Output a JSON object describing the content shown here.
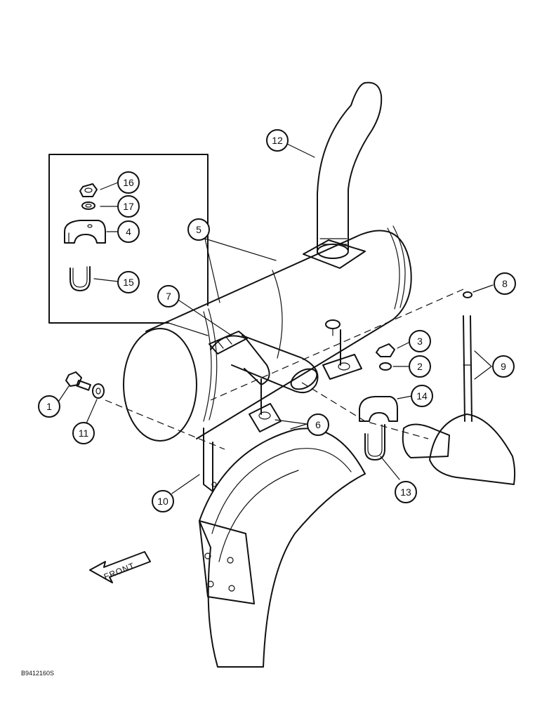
{
  "callouts": [
    {
      "id": "c1",
      "label": "1"
    },
    {
      "id": "c2",
      "label": "2"
    },
    {
      "id": "c3",
      "label": "3"
    },
    {
      "id": "c4",
      "label": "4"
    },
    {
      "id": "c5",
      "label": "5"
    },
    {
      "id": "c6",
      "label": "6"
    },
    {
      "id": "c7",
      "label": "7"
    },
    {
      "id": "c8",
      "label": "8"
    },
    {
      "id": "c9",
      "label": "9"
    },
    {
      "id": "c10",
      "label": "10"
    },
    {
      "id": "c11",
      "label": "11"
    },
    {
      "id": "c12",
      "label": "12"
    },
    {
      "id": "c13",
      "label": "13"
    },
    {
      "id": "c14",
      "label": "14"
    },
    {
      "id": "c15",
      "label": "15"
    },
    {
      "id": "c16",
      "label": "16"
    },
    {
      "id": "c17",
      "label": "17"
    }
  ],
  "front_label": "FRONT",
  "drawing_code": "B9412160S"
}
